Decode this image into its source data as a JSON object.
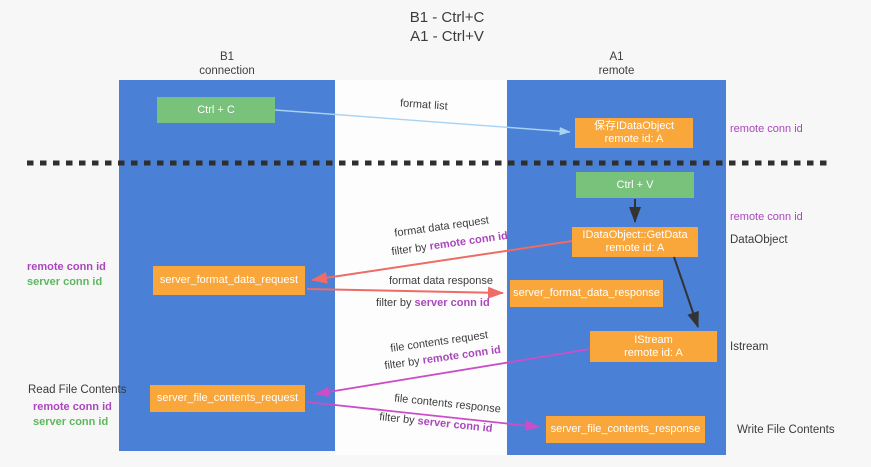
{
  "title": {
    "line1": "B1 - Ctrl+C",
    "line2": "A1 - Ctrl+V"
  },
  "lifelines": {
    "b1": {
      "name": "B1",
      "subtitle": "connection"
    },
    "a1": {
      "name": "A1",
      "subtitle": "remote"
    }
  },
  "nodes": {
    "ctrl_c": {
      "label": "Ctrl + C"
    },
    "ctrl_v": {
      "label": "Ctrl + V"
    },
    "save_dataobject": {
      "line1": "保存IDataObject",
      "line2": "remote id: A"
    },
    "getdata": {
      "line1": "IDataObject::GetData",
      "line2": "remote id: A"
    },
    "istream": {
      "line1": "IStream",
      "line2": "remote id: A"
    },
    "format_request": {
      "label": "server_format_data_request"
    },
    "format_response": {
      "label": "server_format_data_response"
    },
    "file_request": {
      "label": "server_file_contents_request"
    },
    "file_response": {
      "label": "server_file_contents_response"
    }
  },
  "edges": {
    "format_list": {
      "label": "format list"
    },
    "format_data_request": {
      "label": "format data request",
      "filter_prefix": "filter by ",
      "filter_key": "remote conn id"
    },
    "format_data_response": {
      "label": "format data response",
      "filter_prefix": "filter by ",
      "filter_key": "server conn id"
    },
    "file_contents_request": {
      "label": "file contents request",
      "filter_prefix": "filter by ",
      "filter_key": "remote conn id"
    },
    "file_contents_response": {
      "label": "file contents response",
      "filter_prefix": "filter by ",
      "filter_key": "server conn id"
    }
  },
  "annotations": {
    "left_remote_conn_id": "remote conn id",
    "left_server_conn_id": "server conn id",
    "read_file_contents": "Read File Contents",
    "left_file_remote_conn_id": "remote conn id",
    "left_file_server_conn_id": "server conn id",
    "right_remote_conn_id_top": "remote conn id",
    "right_remote_conn_id_mid": "remote conn id",
    "dataobject": "DataObject",
    "istream": "Istream",
    "write_file_contents": "Write File Contents"
  },
  "colors": {
    "lifeline_blue": "#4a80d6",
    "node_green": "#79c27b",
    "node_orange": "#f9a63b",
    "arrow_lightblue": "#a8d2f2",
    "arrow_red": "#ee6b66",
    "arrow_magenta": "#cb4ec6",
    "arrow_black": "#333333",
    "dashed_line": "#2f2f2f",
    "text_purple": "#ab47bc",
    "text_green": "#5cb85c",
    "text_dark": "#3f3f3f"
  }
}
